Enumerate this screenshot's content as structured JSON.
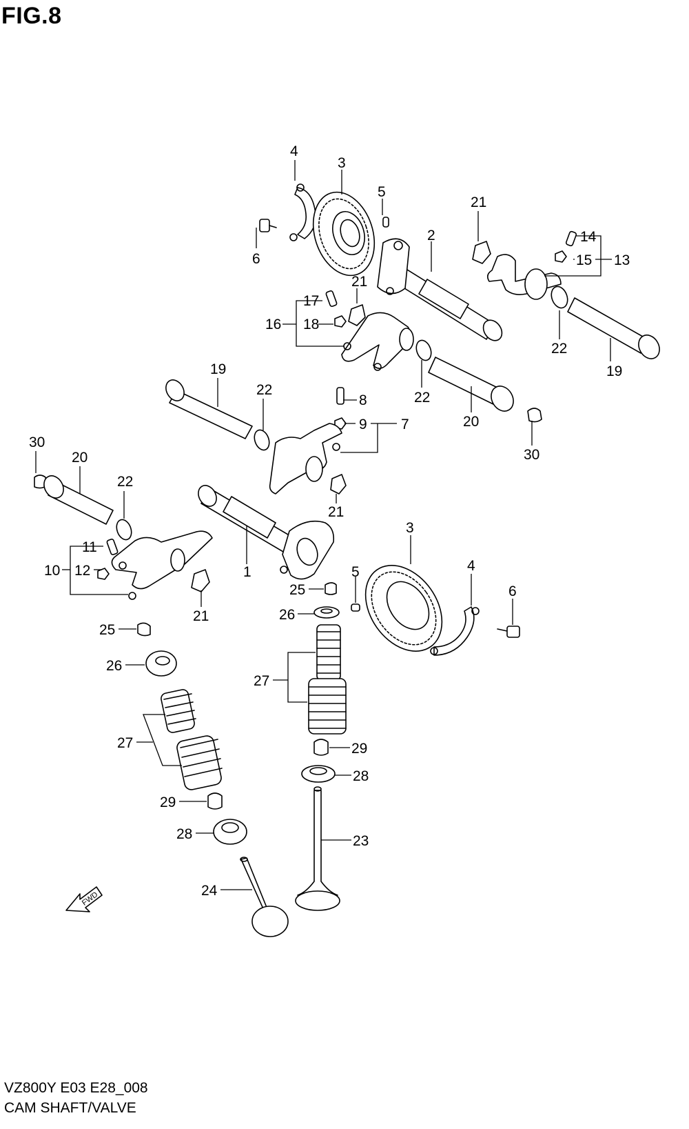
{
  "figure": {
    "title": "FIG.8"
  },
  "footer": {
    "code": "VZ800Y  E03  E28_008",
    "name": "CAM SHAFT/VALVE"
  },
  "fwd_label": "FWD",
  "callouts": {
    "c4a": "4",
    "c3a": "3",
    "c5a": "5",
    "c21a": "21",
    "c14": "14",
    "c15": "15",
    "c13": "13",
    "c6a": "6",
    "c2": "2",
    "c17": "17",
    "c21b": "21",
    "c16": "16",
    "c18": "18",
    "c22a": "22",
    "c19a": "19",
    "c19b": "19",
    "c22b": "22",
    "c8": "8",
    "c9": "9",
    "c7": "7",
    "c22c": "22",
    "c20a": "20",
    "c30a": "30",
    "c20b": "20",
    "c22d": "22",
    "c21c": "21",
    "c30b": "30",
    "c11": "11",
    "c10": "10",
    "c12": "12",
    "c1": "1",
    "c21d": "21",
    "c3b": "3",
    "c4b": "4",
    "c5b": "5",
    "c25a": "25",
    "c6b": "6",
    "c26a": "26",
    "c25b": "25",
    "c26b": "26",
    "c27a": "27",
    "c27b": "27",
    "c29a": "29",
    "c28a": "28",
    "c29b": "29",
    "c28b": "28",
    "c23": "23",
    "c24": "24"
  }
}
